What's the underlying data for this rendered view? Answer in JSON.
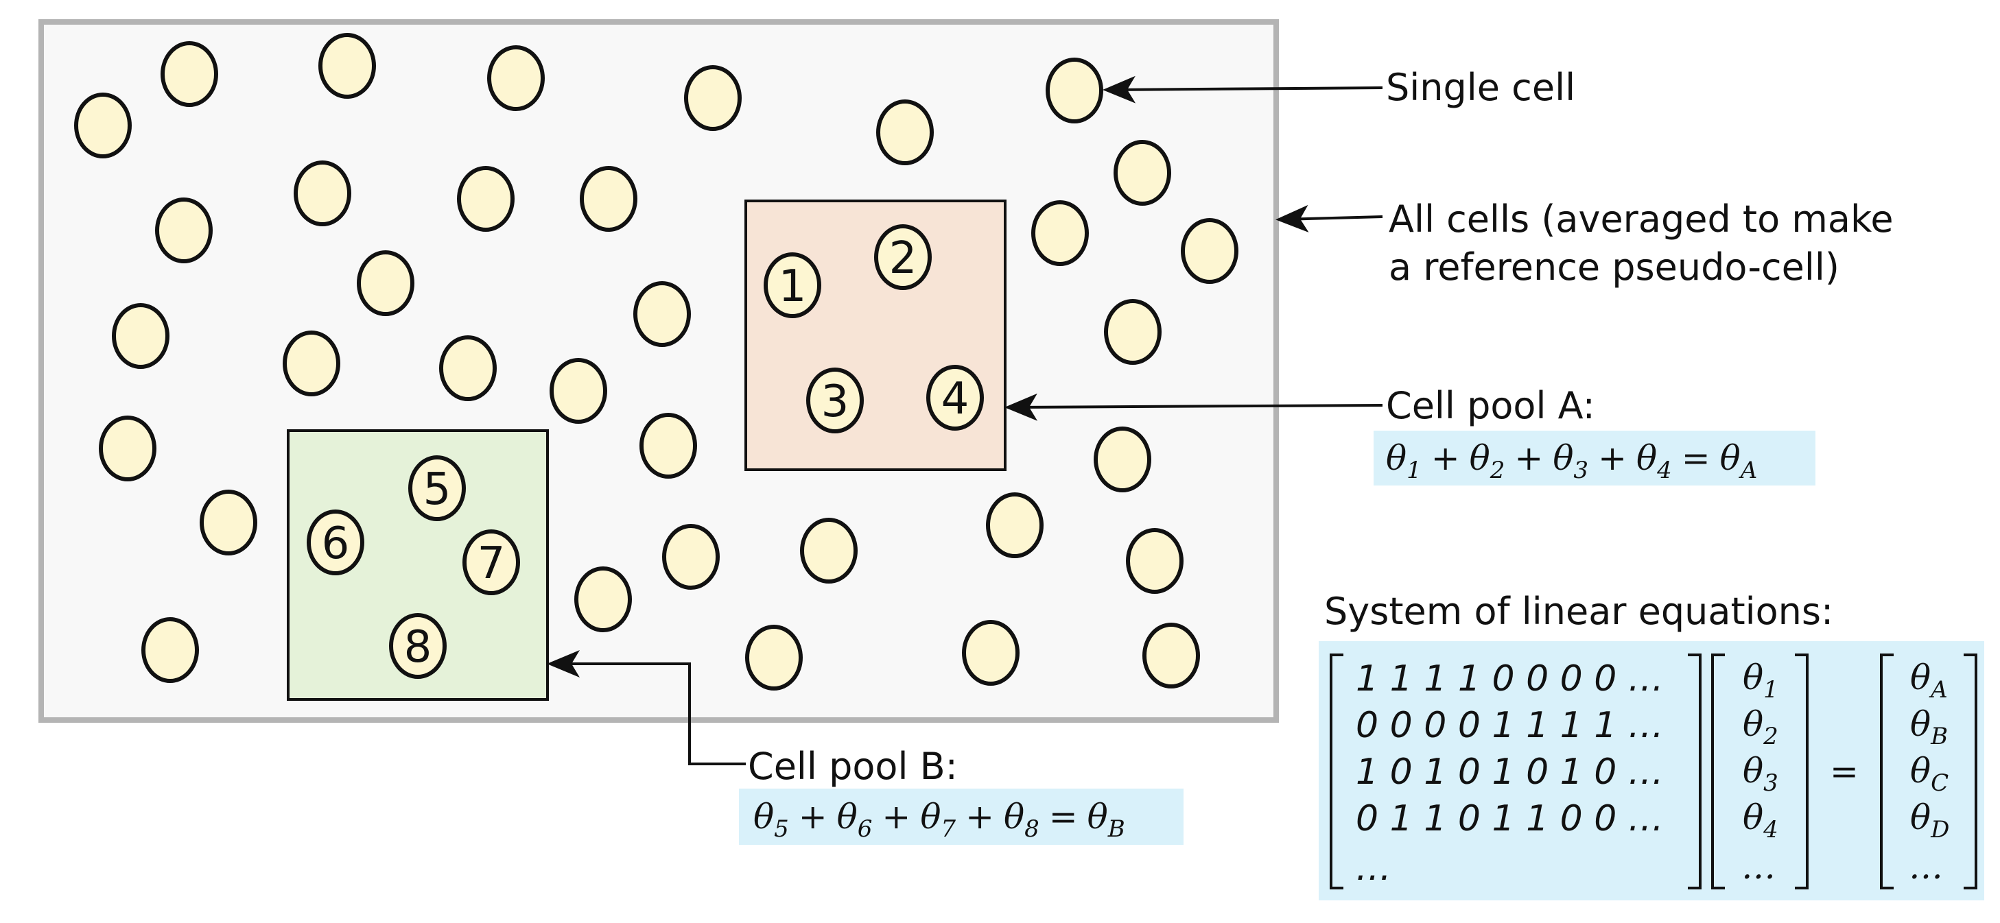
{
  "colors": {
    "background": "#f8f8f8",
    "border": "#b4b4b4",
    "cell_fill": "#fdf6d2",
    "pool_a_fill": "#f7e4d6",
    "pool_b_fill": "#e5f2d9",
    "equation_bg": "#d9f1fa"
  },
  "numbered_cells": [
    "1",
    "2",
    "3",
    "4",
    "5",
    "6",
    "7",
    "8"
  ],
  "labels": {
    "single_cell": "Single cell",
    "all_cells_line1": "All cells (averaged to make",
    "all_cells_line2": "a reference pseudo-cell)",
    "pool_a_title": "Cell pool A:",
    "pool_b_title": "Cell pool B:",
    "system_title": "System of linear equations:"
  },
  "pool_a_equation": {
    "symbol": "θ",
    "terms": [
      "1",
      "2",
      "3",
      "4"
    ],
    "result": "A",
    "plus": "+",
    "equals": "="
  },
  "pool_b_equation": {
    "symbol": "θ",
    "terms": [
      "5",
      "6",
      "7",
      "8"
    ],
    "result": "B",
    "plus": "+",
    "equals": "="
  },
  "matrix": {
    "rows": [
      "1 1 1 1 0 0 0 0 …",
      "0 0 0 0 1 1 1 1 …",
      "1 0 1 0 1 0 1 0 …",
      "0 1 1 0 1 1 0 0 …",
      "…"
    ],
    "theta_vector": [
      "1",
      "2",
      "3",
      "4"
    ],
    "result_vector": [
      "A",
      "B",
      "C",
      "D"
    ],
    "ellipsis": "…",
    "symbol": "θ",
    "equals": "="
  }
}
